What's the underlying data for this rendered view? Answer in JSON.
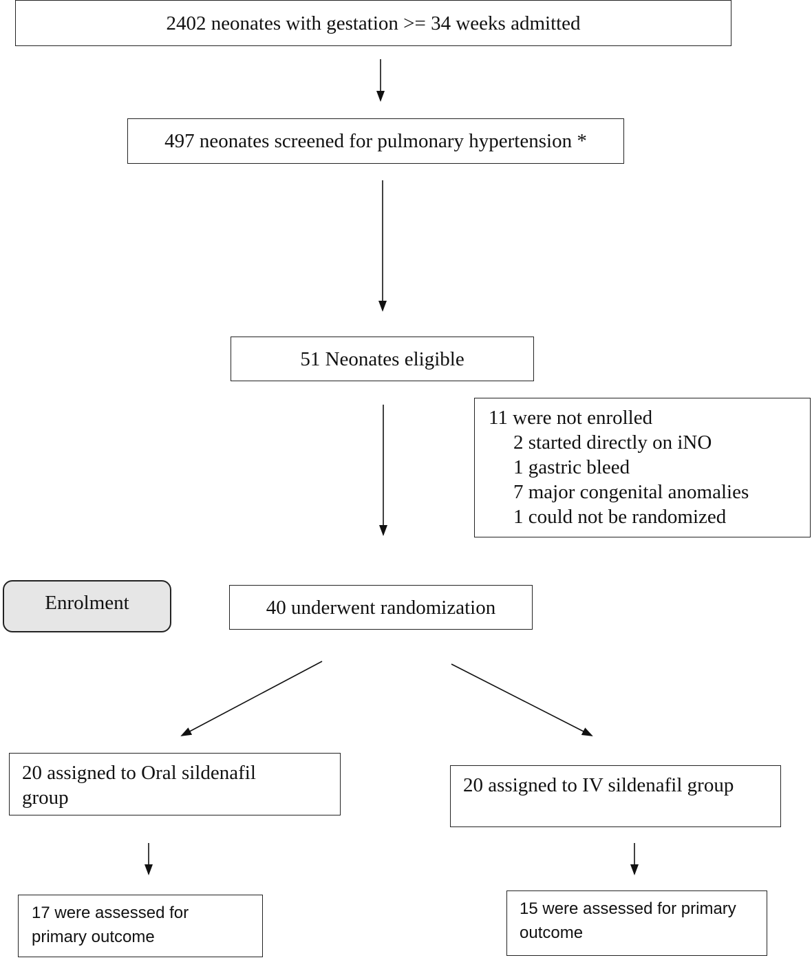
{
  "boxes": {
    "admitted": "2402 neonates with gestation >= 34 weeks admitted",
    "screened": "497 neonates screened for pulmonary hypertension *",
    "eligible": "51 Neonates eligible",
    "not_enrolled": {
      "title": "11 were not enrolled",
      "reasons": [
        "2 started directly on iNO",
        "1 gastric bleed",
        "7 major congenital anomalies",
        "1 could not be randomized"
      ]
    },
    "enrolment_label": "Enrolment",
    "randomized": "40 underwent randomization",
    "oral_group": [
      "20 assigned to Oral sildenafil",
      "group"
    ],
    "iv_group": "20 assigned to IV sildenafil group",
    "oral_assessed": [
      "17 were assessed for",
      "primary outcome"
    ],
    "iv_assessed": [
      "15 were assessed for primary",
      "outcome"
    ]
  },
  "colors": {
    "stroke": "#222222",
    "enrolment_fill": "#e6e6e6",
    "text": "#111111"
  }
}
